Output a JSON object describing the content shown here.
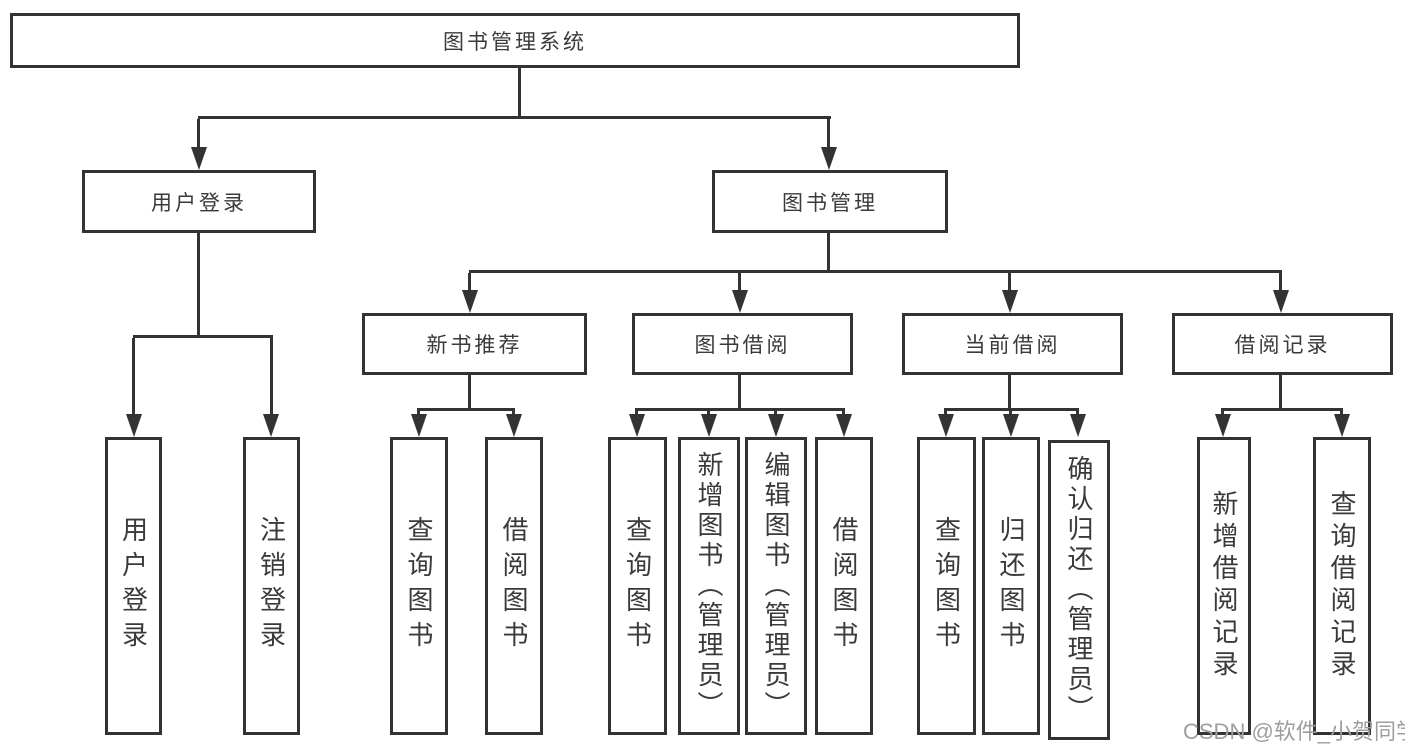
{
  "tree": {
    "label": "图书管理系统",
    "children": [
      {
        "label": "用户登录",
        "children": [
          {
            "label": "用户登录"
          },
          {
            "label": "注销登录"
          }
        ]
      },
      {
        "label": "图书管理",
        "children": [
          {
            "label": "新书推荐",
            "children": [
              {
                "label": "查询图书"
              },
              {
                "label": "借阅图书"
              }
            ]
          },
          {
            "label": "图书借阅",
            "children": [
              {
                "label": "查询图书"
              },
              {
                "label": "新增图书（管理员）"
              },
              {
                "label": "编辑图书（管理员）"
              },
              {
                "label": "借阅图书"
              }
            ]
          },
          {
            "label": "当前借阅",
            "children": [
              {
                "label": "查询图书"
              },
              {
                "label": "归还图书"
              },
              {
                "label": "确认归还（管理员）"
              }
            ]
          },
          {
            "label": "借阅记录",
            "children": [
              {
                "label": "新增借阅记录"
              },
              {
                "label": "查询借阅记录"
              }
            ]
          }
        ]
      }
    ]
  },
  "watermark": "CSDN @软件_小贺同学",
  "colors": {
    "line": "#333333",
    "text": "#3a3a3a",
    "background": "#ffffff",
    "watermark": "#9e9e9e"
  },
  "diagram_type": "hierarchy-flowchart"
}
